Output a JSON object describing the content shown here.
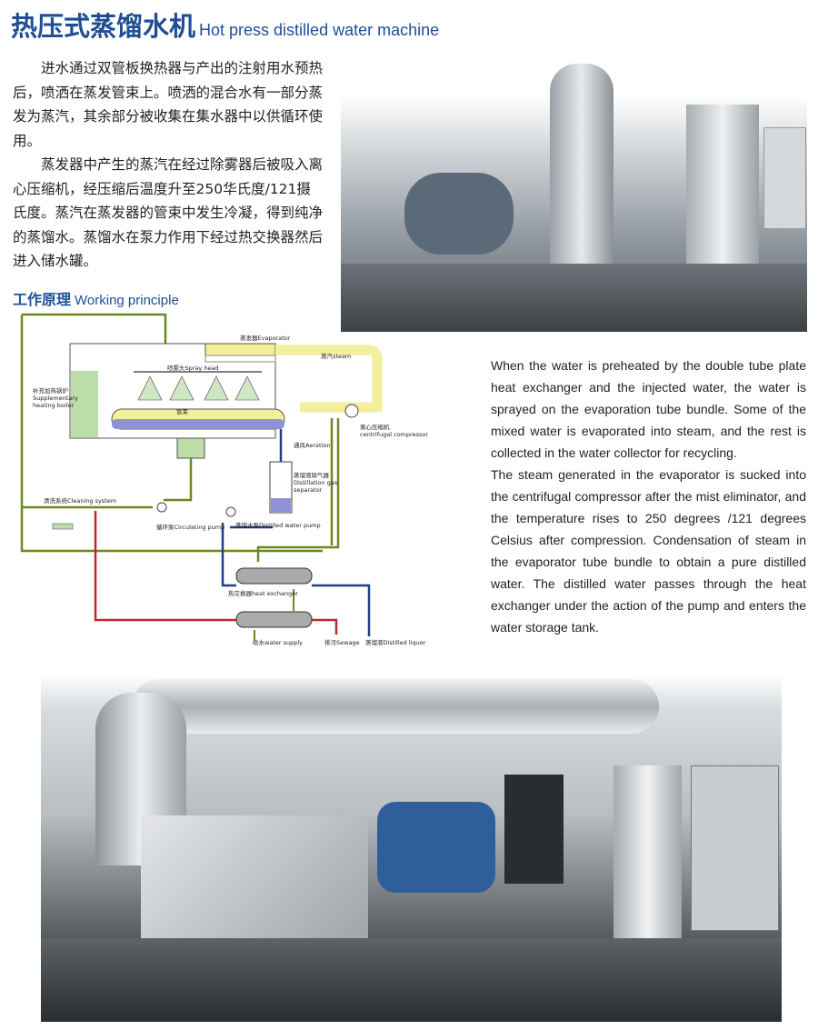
{
  "header": {
    "title_cn": "热压式蒸馏水机",
    "title_en": "Hot press distilled water machine"
  },
  "intro_cn": [
    "进水通过双管板换热器与产出的注射用水预热后，喷洒在蒸发管束上。喷洒的混合水有一部分蒸发为蒸汽，其余部分被收集在集水器中以供循环使用。",
    "蒸发器中产生的蒸汽在经过除雾器后被吸入离心压缩机，经压缩后温度升至250华氏度/121摄氏度。蒸汽在蒸发器的管束中发生冷凝，得到纯净的蒸馏水。蒸馏水在泵力作用下经过热交换器然后进入储水罐。"
  ],
  "section": {
    "title_cn": "工作原理",
    "title_en": "Working principle"
  },
  "diagram": {
    "evaporator": "蒸发器Evaporator",
    "steam": "蒸汽steam",
    "spray_head": "喷雾头Spray head",
    "boiler_cn": "补充加热锅炉",
    "boiler_en1": "Supplementary",
    "boiler_en2": "heating boiler",
    "tube_bundle": "管束",
    "compressor_cn": "离心压缩机",
    "compressor_en": "centrifugal compressor",
    "aeration": "通风Aeration",
    "separator_cn": "蒸馏液除气器",
    "separator_en1": "Distillation gas",
    "separator_en2": "separator",
    "cleaning": "清洗系统Cleaning system",
    "circ_pump": "循环泵Circulating pump",
    "dist_pump": "蒸馏水泵Distilled water pump",
    "heat_exchanger": "热交换器heat exchanger",
    "water_supply": "给水water supply",
    "sewage": "排污Sewage",
    "distilled_liquor": "蒸馏液Distilled liquor",
    "colors": {
      "steam": "#f3ef9a",
      "water": "#bcdca8",
      "distilled": "#8f93d6",
      "pipe_green": "#6a8a1e",
      "pipe_blue": "#1f3f86",
      "pipe_red": "#c0282b"
    }
  },
  "description_en": [
    "When the water is preheated by the double tube plate heat exchanger and the injected water, the water is sprayed on the evaporation tube bundle. Some of the mixed water is evaporated into steam, and the rest is collected in the water collector for recycling.",
    "The steam generated in the evaporator is sucked into the centrifugal compressor after the mist eliminator, and the temperature rises to 250 degrees /121 degrees Celsius after compression. Condensation of steam in the evaporator tube bundle to obtain a pure distilled water. The distilled water passes through the heat exchanger under the action of the pump and enters the water storage tank."
  ]
}
